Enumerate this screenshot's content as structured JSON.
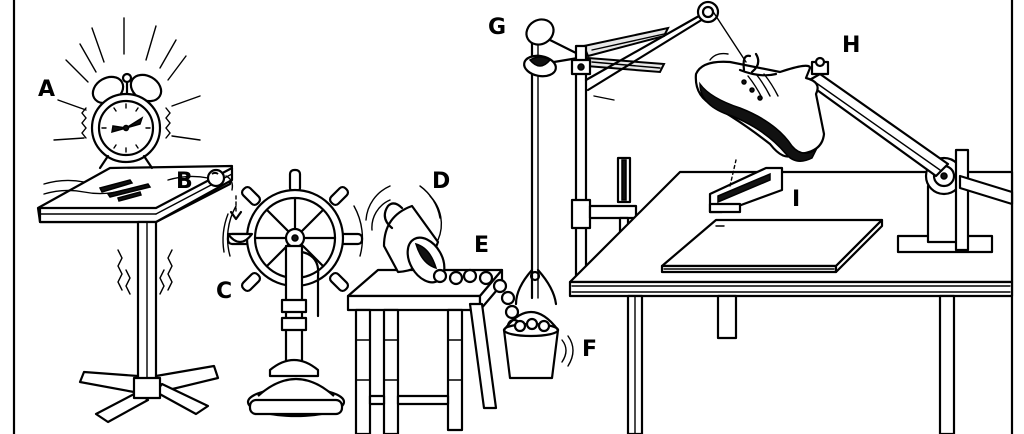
{
  "diagram": {
    "labels": {
      "a": "A",
      "b": "B",
      "c": "C",
      "d": "D",
      "e": "E",
      "f": "F",
      "g": "G",
      "h": "H",
      "i": "I"
    }
  }
}
